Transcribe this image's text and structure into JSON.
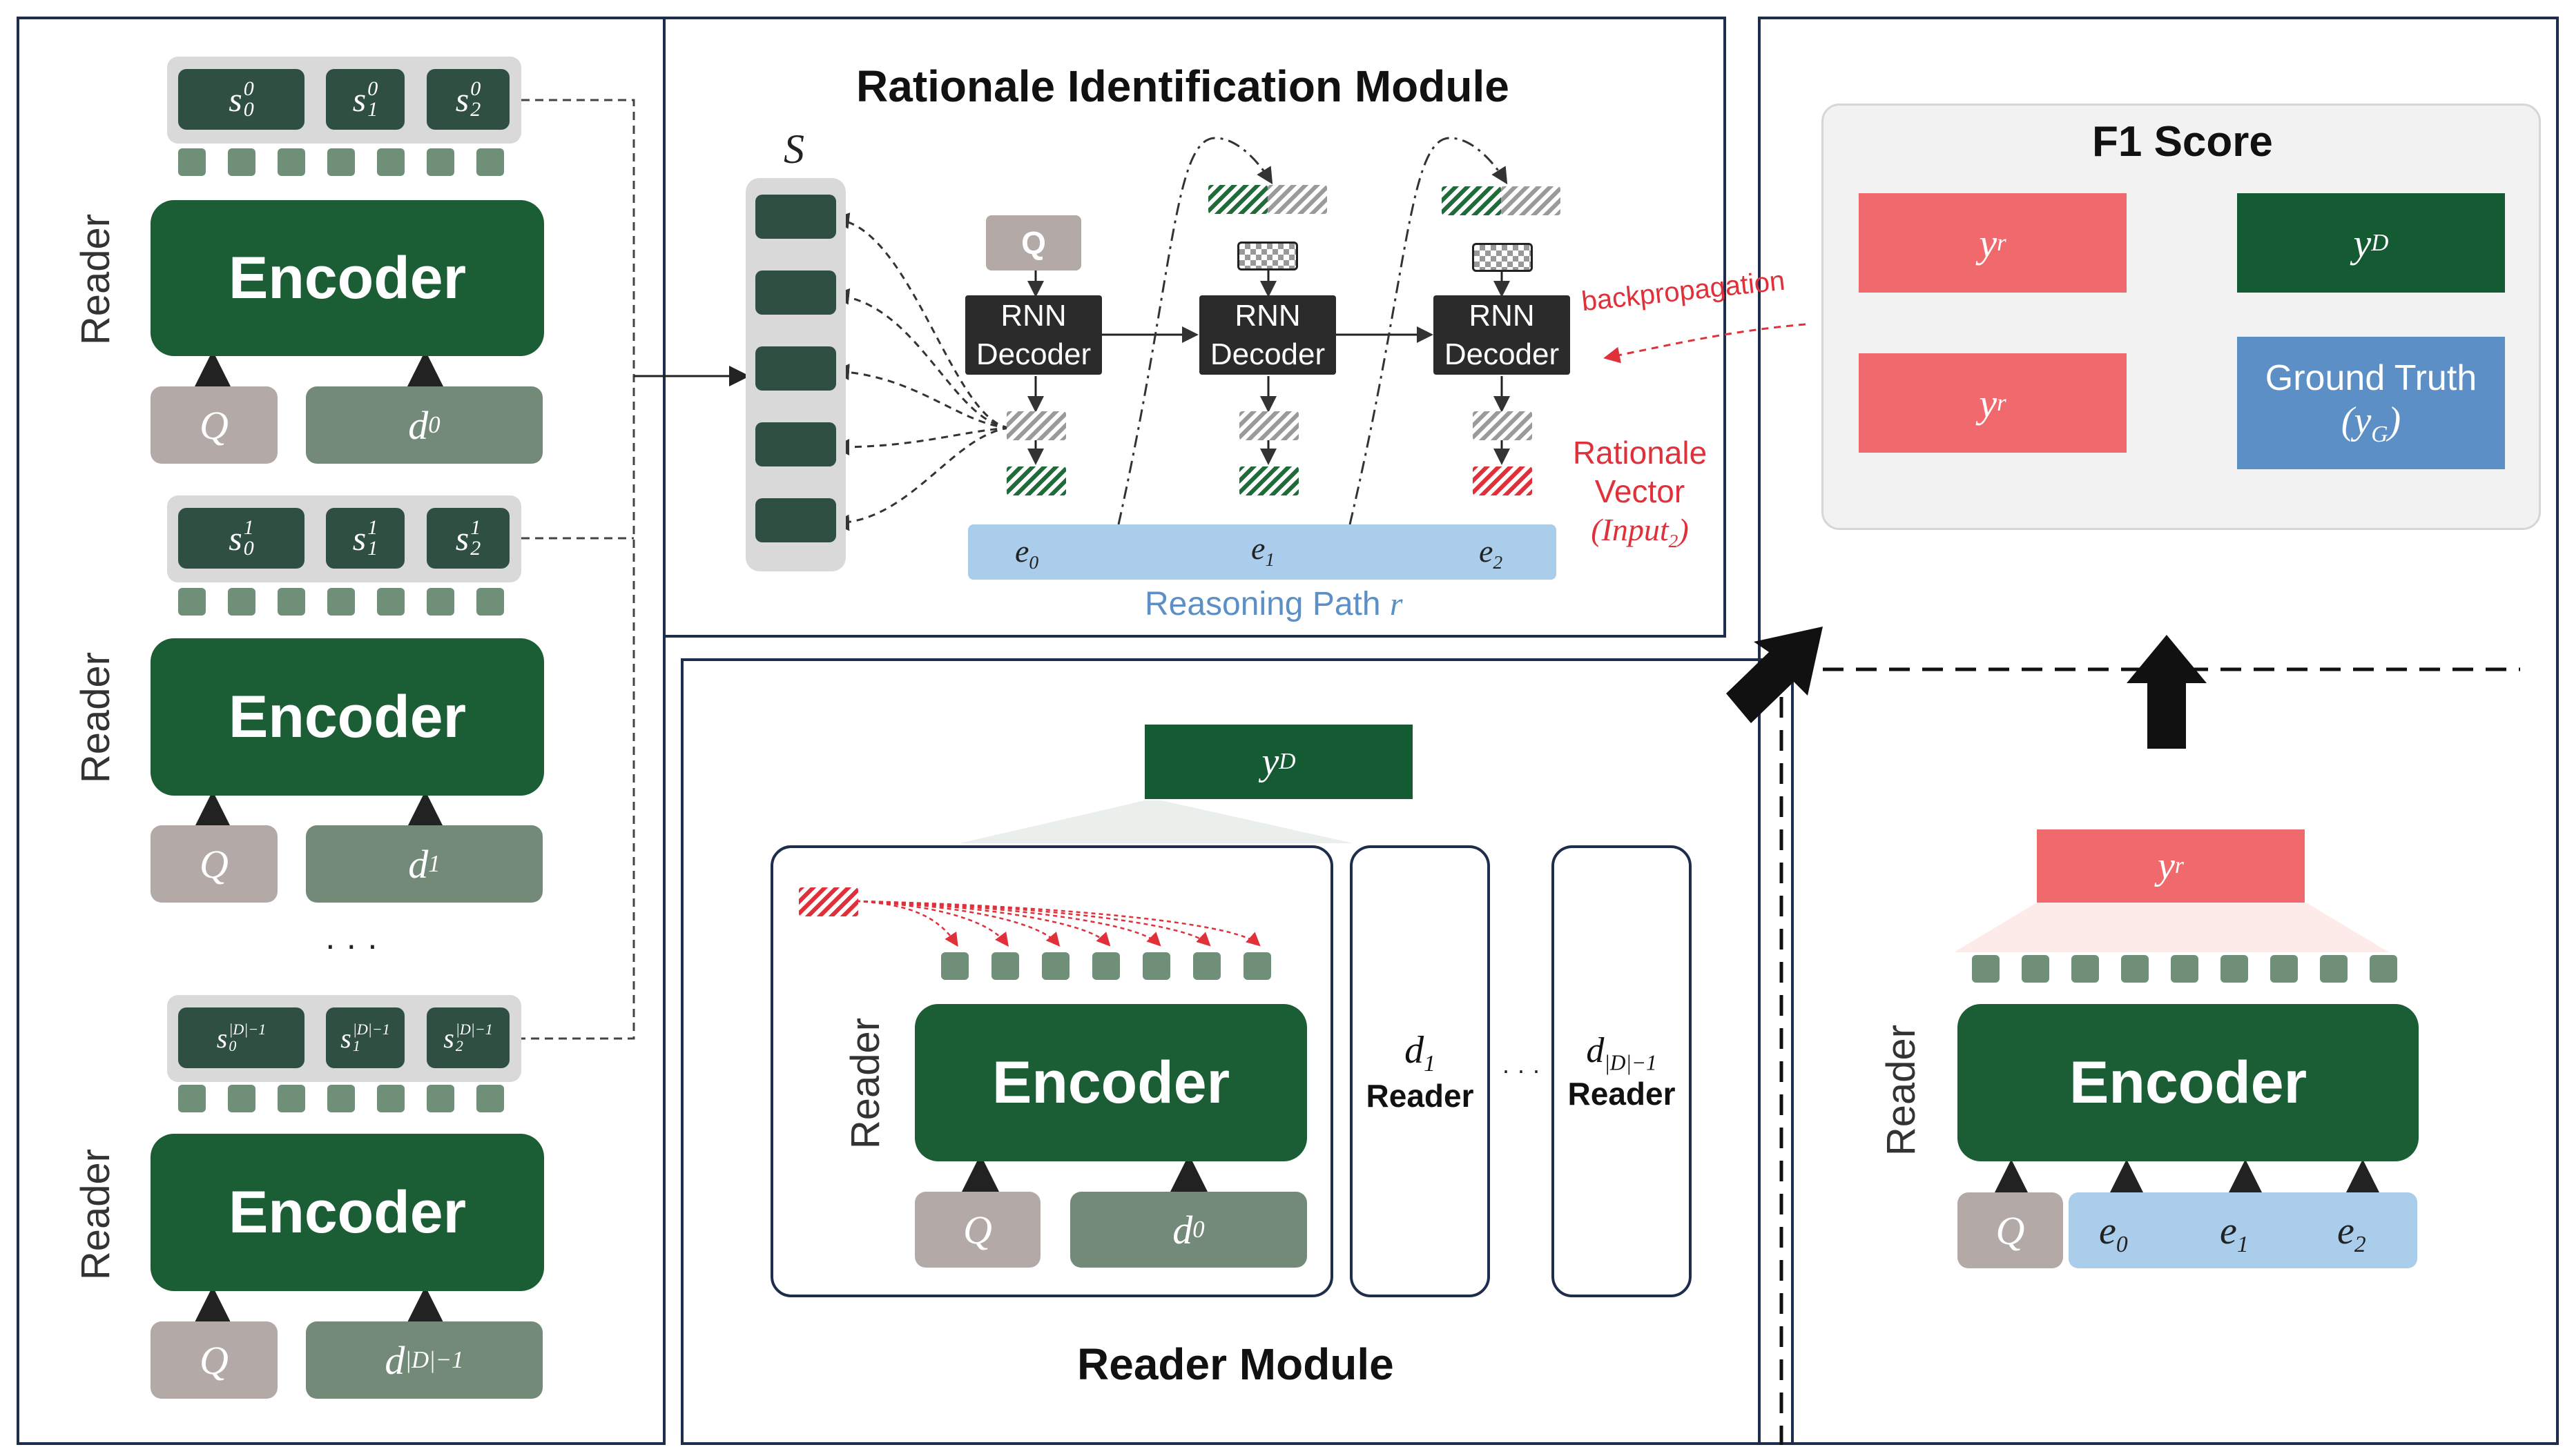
{
  "modules": {
    "rationale_title": "Rationale Identification Module",
    "reader_title": "Reader Module",
    "f1_title": "F1 Score"
  },
  "left_readers": [
    {
      "reader_label": "Reader",
      "encoder_label": "Encoder",
      "query_label": "Q",
      "doc_base": "d",
      "doc_sub": "0",
      "sentences": [
        {
          "base": "s",
          "sub": "0",
          "sup": "0"
        },
        {
          "base": "s",
          "sub": "1",
          "sup": "0"
        },
        {
          "base": "s",
          "sub": "2",
          "sup": "0"
        }
      ]
    },
    {
      "reader_label": "Reader",
      "encoder_label": "Encoder",
      "query_label": "Q",
      "doc_base": "d",
      "doc_sub": "1",
      "sentences": [
        {
          "base": "s",
          "sub": "0",
          "sup": "1"
        },
        {
          "base": "s",
          "sub": "1",
          "sup": "1"
        },
        {
          "base": "s",
          "sub": "2",
          "sup": "1"
        }
      ]
    },
    {
      "reader_label": "Reader",
      "encoder_label": "Encoder",
      "query_label": "Q",
      "doc_base": "d",
      "doc_sub": "|D|−1",
      "sentences": [
        {
          "base": "s",
          "sub": "0",
          "sup": "|D|−1"
        },
        {
          "base": "s",
          "sub": "1",
          "sup": "|D|−1"
        },
        {
          "base": "s",
          "sub": "2",
          "sup": "|D|−1"
        }
      ]
    }
  ],
  "ellipsis": "· · ·",
  "ellipsis_small": "· · ·",
  "rationale": {
    "set_label": "S",
    "query_label": "Q",
    "decoders": [
      {
        "line1": "RNN",
        "line2": "Decoder"
      },
      {
        "line1": "RNN",
        "line2": "Decoder"
      },
      {
        "line1": "RNN",
        "line2": "Decoder"
      }
    ],
    "evidence": [
      {
        "base": "e",
        "sub": "0"
      },
      {
        "base": "e",
        "sub": "1"
      },
      {
        "base": "e",
        "sub": "2"
      }
    ],
    "path_label": "Reasoning Path ",
    "path_var": "r",
    "backprop_label": "backpropagation",
    "rationale_vector_line1": "Rationale",
    "rationale_vector_line2": "Vector",
    "input_base": "(Input",
    "input_sub": "2",
    "input_close": ")"
  },
  "reader_module": {
    "yd_base": "y",
    "yd_sub": "D",
    "reader_label": "Reader",
    "encoder_label": "Encoder",
    "query_label": "Q",
    "doc_base": "d",
    "doc_sub": "0",
    "col1_doc_base": "d",
    "col1_doc_sub": "1",
    "col1_reader": "Reader",
    "col2_doc_base": "d",
    "col2_doc_sub": "|D|−1",
    "col2_reader": "Reader"
  },
  "f1": {
    "yr_base": "y",
    "yr_sub": "r",
    "yd_base": "y",
    "yd_sub": "D",
    "gt_line1": "Ground Truth",
    "gt_open": "(",
    "gt_base": "y",
    "gt_sub": "G",
    "gt_close": ")"
  },
  "right_reader": {
    "yr_base": "y",
    "yr_sub": "r",
    "reader_label": "Reader",
    "encoder_label": "Encoder",
    "query_label": "Q",
    "evidence": [
      {
        "base": "e",
        "sub": "0"
      },
      {
        "base": "e",
        "sub": "1"
      },
      {
        "base": "e",
        "sub": "2"
      }
    ]
  },
  "colors": {
    "encoder": "#1b5e35",
    "query": "#b3aaa8",
    "document": "#738a78",
    "rationale_red": "#f0696d",
    "evidence_blue": "#a9cdea",
    "ground_truth_blue": "#5b8fc6",
    "backprop_red": "#e0313b"
  }
}
